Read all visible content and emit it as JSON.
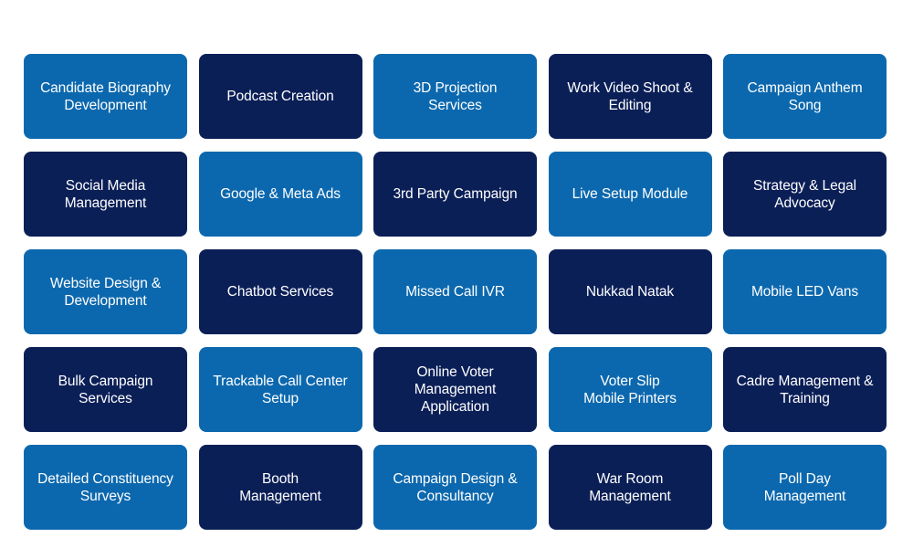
{
  "colors": {
    "light_tile": "#0c68ae",
    "dark_tile": "#0b1f57",
    "text": "#ffffff",
    "background": "#ffffff"
  },
  "services": [
    {
      "label": "Candidate Biography\nDevelopment",
      "shade": "light"
    },
    {
      "label": "Podcast Creation",
      "shade": "dark"
    },
    {
      "label": "3D Projection\nServices",
      "shade": "light"
    },
    {
      "label": "Work Video Shoot &\nEditing",
      "shade": "dark"
    },
    {
      "label": "Campaign Anthem\nSong",
      "shade": "light"
    },
    {
      "label": "Social Media\nManagement",
      "shade": "dark"
    },
    {
      "label": "Google & Meta Ads",
      "shade": "light"
    },
    {
      "label": "3rd Party Campaign",
      "shade": "dark"
    },
    {
      "label": "Live Setup Module",
      "shade": "light"
    },
    {
      "label": "Strategy & Legal\nAdvocacy",
      "shade": "dark"
    },
    {
      "label": "Website Design &\nDevelopment",
      "shade": "light"
    },
    {
      "label": "Chatbot Services",
      "shade": "dark"
    },
    {
      "label": "Missed Call IVR",
      "shade": "light"
    },
    {
      "label": "Nukkad Natak",
      "shade": "dark"
    },
    {
      "label": "Mobile LED Vans",
      "shade": "light"
    },
    {
      "label": "Bulk Campaign\nServices",
      "shade": "dark"
    },
    {
      "label": "Trackable Call Center\nSetup",
      "shade": "light"
    },
    {
      "label": "Online Voter\nManagement\nApplication",
      "shade": "dark"
    },
    {
      "label": "Voter Slip\nMobile Printers",
      "shade": "light"
    },
    {
      "label": "Cadre Management &\nTraining",
      "shade": "dark"
    },
    {
      "label": "Detailed Constituency\nSurveys",
      "shade": "light"
    },
    {
      "label": "Booth\nManagement",
      "shade": "dark"
    },
    {
      "label": "Campaign Design &\nConsultancy",
      "shade": "light"
    },
    {
      "label": "War Room\nManagement",
      "shade": "dark"
    },
    {
      "label": "Poll Day\nManagement",
      "shade": "light"
    }
  ]
}
